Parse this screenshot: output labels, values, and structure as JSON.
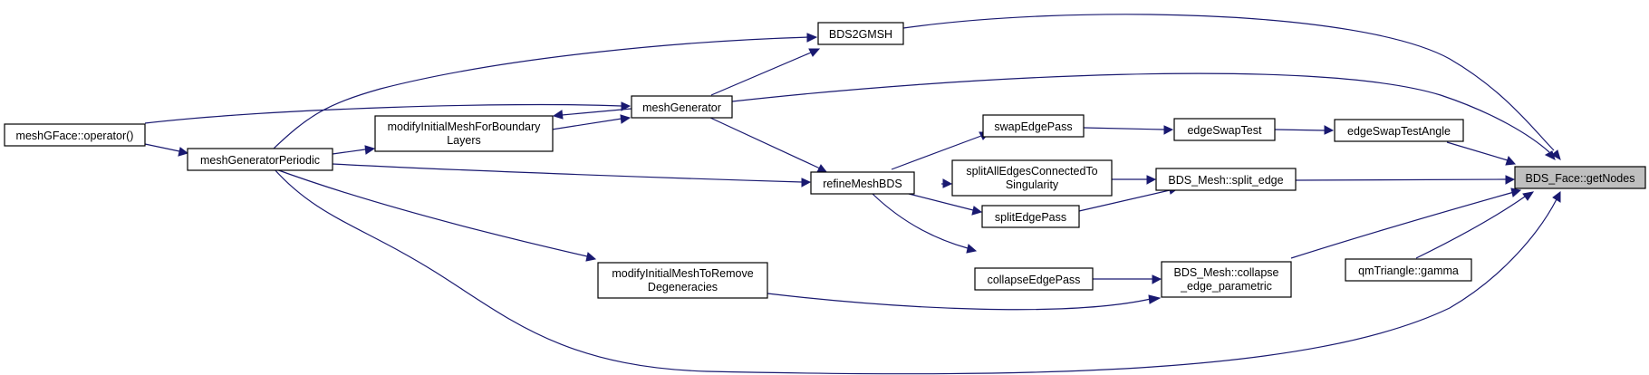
{
  "graph": {
    "colors": {
      "edge": "#191970",
      "node_border": "#000000",
      "highlight_fill": "#bfbfbf",
      "background": "#ffffff"
    },
    "nodes": {
      "getNodes": "BDS_Face::getNodes",
      "bds2gmsh": "BDS2GMSH",
      "meshGenerator": "meshGenerator",
      "meshGFaceOperator": "meshGFace::operator()",
      "meshGeneratorPeriodic": "meshGeneratorPeriodic",
      "modifyInitialMeshForBoundaryLayers_1": "modifyInitialMeshForBoundary",
      "modifyInitialMeshForBoundaryLayers_2": "Layers",
      "refineMeshBDS": "refineMeshBDS",
      "swapEdgePass": "swapEdgePass",
      "edgeSwapTest": "edgeSwapTest",
      "edgeSwapTestAngle": "edgeSwapTestAngle",
      "splitAllEdges_1": "splitAllEdgesConnectedTo",
      "splitAllEdges_2": "Singularity",
      "splitEdge": "BDS_Mesh::split_edge",
      "splitEdgePass": "splitEdgePass",
      "collapseEdgePass": "collapseEdgePass",
      "collapseEdgeParametric_1": "BDS_Mesh::collapse",
      "collapseEdgeParametric_2": "_edge_parametric",
      "modifyInitialMeshToRemove_1": "modifyInitialMeshToRemove",
      "modifyInitialMeshToRemove_2": "Degeneracies",
      "qmTriangleGamma": "qmTriangle::gamma"
    }
  }
}
